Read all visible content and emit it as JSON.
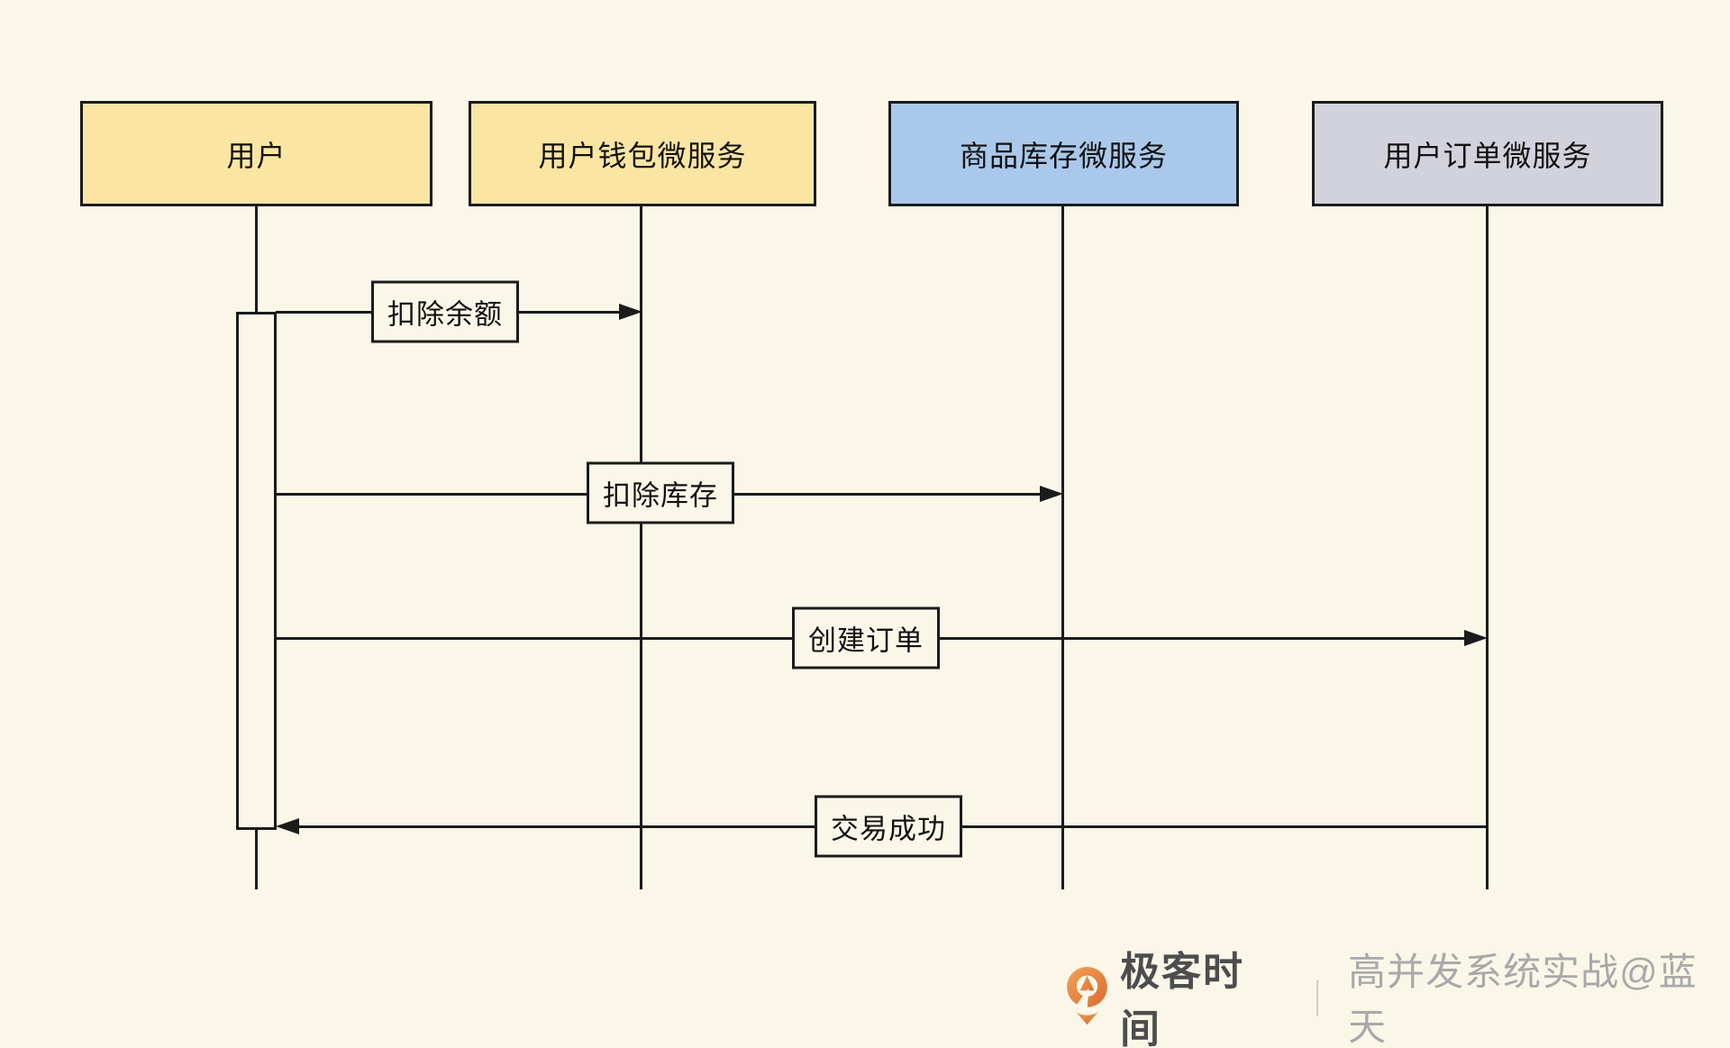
{
  "diagram": {
    "type": "sequence-diagram",
    "actors": [
      {
        "id": "user",
        "label": "用户",
        "fill": "#fbe5a3"
      },
      {
        "id": "wallet",
        "label": "用户钱包微服务",
        "fill": "#fbe5a3"
      },
      {
        "id": "stock",
        "label": "商品库存微服务",
        "fill": "#aac8ea"
      },
      {
        "id": "order",
        "label": "用户订单微服务",
        "fill": "#d2d2dd"
      }
    ],
    "messages": [
      {
        "label": "扣除余额",
        "from": "用户",
        "to": "用户钱包微服务",
        "direction": "right"
      },
      {
        "label": "扣除库存",
        "from": "用户",
        "to": "商品库存微服务",
        "direction": "right"
      },
      {
        "label": "创建订单",
        "from": "用户",
        "to": "用户订单微服务",
        "direction": "right"
      },
      {
        "label": "交易成功",
        "from": "用户订单微服务",
        "to": "用户",
        "direction": "left"
      }
    ],
    "line_color": "#1b1b1b",
    "background_color": "#faf7e9"
  },
  "footer": {
    "logo_icon": "geektime-logo",
    "logo_color": "#e2813c",
    "brand": "极客时间",
    "divider": "｜",
    "caption": "高并发系统实战@蓝天",
    "brand_color": "#4d4d4d",
    "caption_color": "#a9a9a9"
  }
}
